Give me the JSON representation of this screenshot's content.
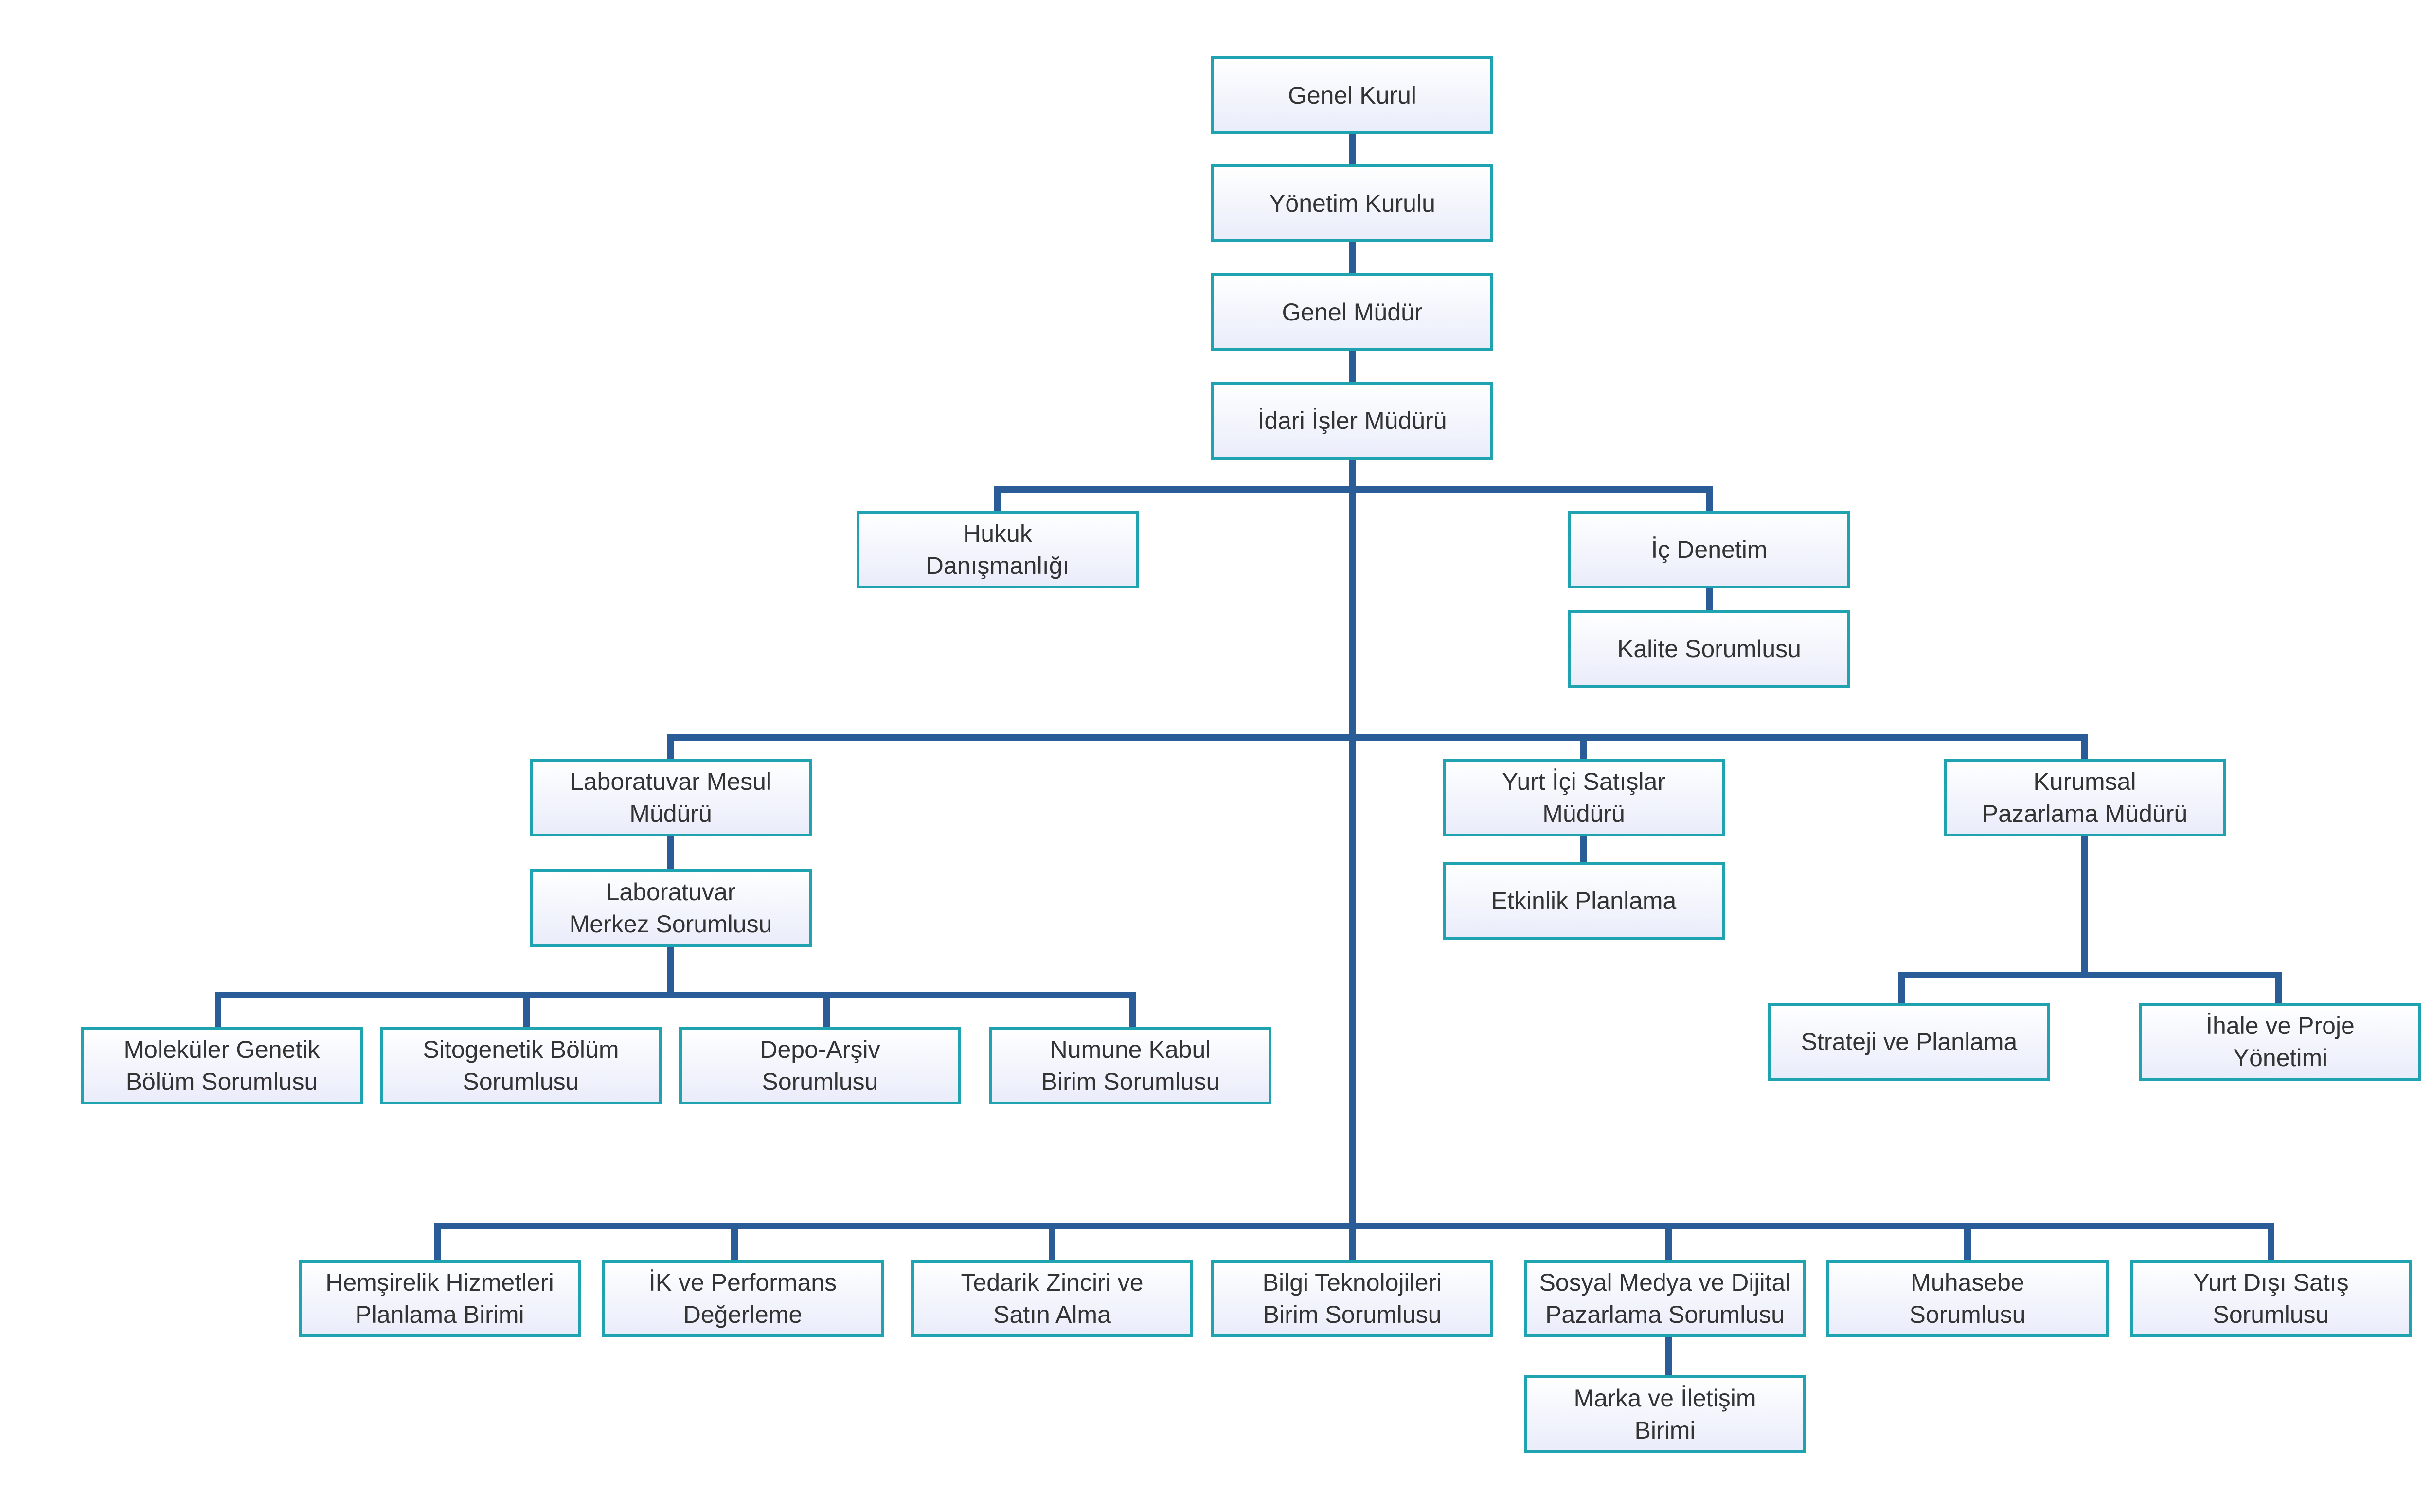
{
  "colors": {
    "connector": "#2a5d97",
    "box_border": "#1fa3b0",
    "box_fill_top": "#ffffff",
    "box_fill_bottom": "#e9ecfa",
    "text": "#333333"
  },
  "nodes": {
    "genel-kurul": [
      "Genel Kurul"
    ],
    "yonetim-kurulu": [
      "Yönetim Kurulu"
    ],
    "genel-mudur": [
      "Genel Müdür"
    ],
    "idari-isler-muduru": [
      "İdari İşler Müdürü"
    ],
    "hukuk-danismanligi": [
      "Hukuk",
      "Danışmanlığı"
    ],
    "ic-denetim": [
      "İç Denetim"
    ],
    "kalite-sorumlusu": [
      "Kalite Sorumlusu"
    ],
    "laboratuvar-mesul-muduru": [
      "Laboratuvar Mesul",
      "Müdürü"
    ],
    "laboratuvar-merkez-sorumlusu": [
      "Laboratuvar",
      "Merkez Sorumlusu"
    ],
    "molekuler-genetik": [
      "Moleküler Genetik",
      "Bölüm Sorumlusu"
    ],
    "sitogenetik": [
      "Sitogenetik Bölüm",
      "Sorumlusu"
    ],
    "depo-arsiv": [
      "Depo-Arşiv",
      "Sorumlusu"
    ],
    "numune-kabul": [
      "Numune Kabul",
      "Birim Sorumlusu"
    ],
    "yurt-ici-satislar": [
      "Yurt İçi Satışlar",
      "Müdürü"
    ],
    "etkinlik-planlama": [
      "Etkinlik Planlama"
    ],
    "kurumsal-pazarlama": [
      "Kurumsal",
      "Pazarlama Müdürü"
    ],
    "strateji-planlama": [
      "Strateji ve Planlama"
    ],
    "ihale-proje": [
      "İhale ve Proje",
      "Yönetimi"
    ],
    "hemsirelik": [
      "Hemşirelik Hizmetleri",
      "Planlama Birimi"
    ],
    "ik-performans": [
      "İK ve Performans",
      "Değerleme"
    ],
    "tedarik-zinciri": [
      "Tedarik Zinciri ve",
      "Satın Alma"
    ],
    "bilgi-teknolojileri": [
      "Bilgi Teknolojileri",
      "Birim Sorumlusu"
    ],
    "sosyal-medya": [
      "Sosyal Medya ve Dijital",
      "Pazarlama Sorumlusu"
    ],
    "muhasebe": [
      "Muhasebe",
      "Sorumlusu"
    ],
    "yurt-disi-satis": [
      "Yurt Dışı Satış",
      "Sorumlusu"
    ],
    "marka-iletisim": [
      "Marka ve İletişim",
      "Birimi"
    ]
  }
}
